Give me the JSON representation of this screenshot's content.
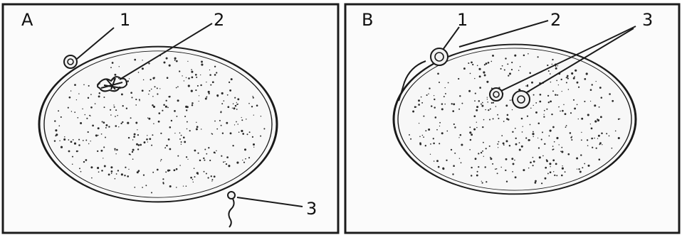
{
  "panels": [
    {
      "id": "A",
      "label": "A",
      "callouts": [
        "1",
        "2",
        "3"
      ]
    },
    {
      "id": "B",
      "label": "B",
      "callouts": [
        "1",
        "2",
        "3"
      ]
    }
  ]
}
